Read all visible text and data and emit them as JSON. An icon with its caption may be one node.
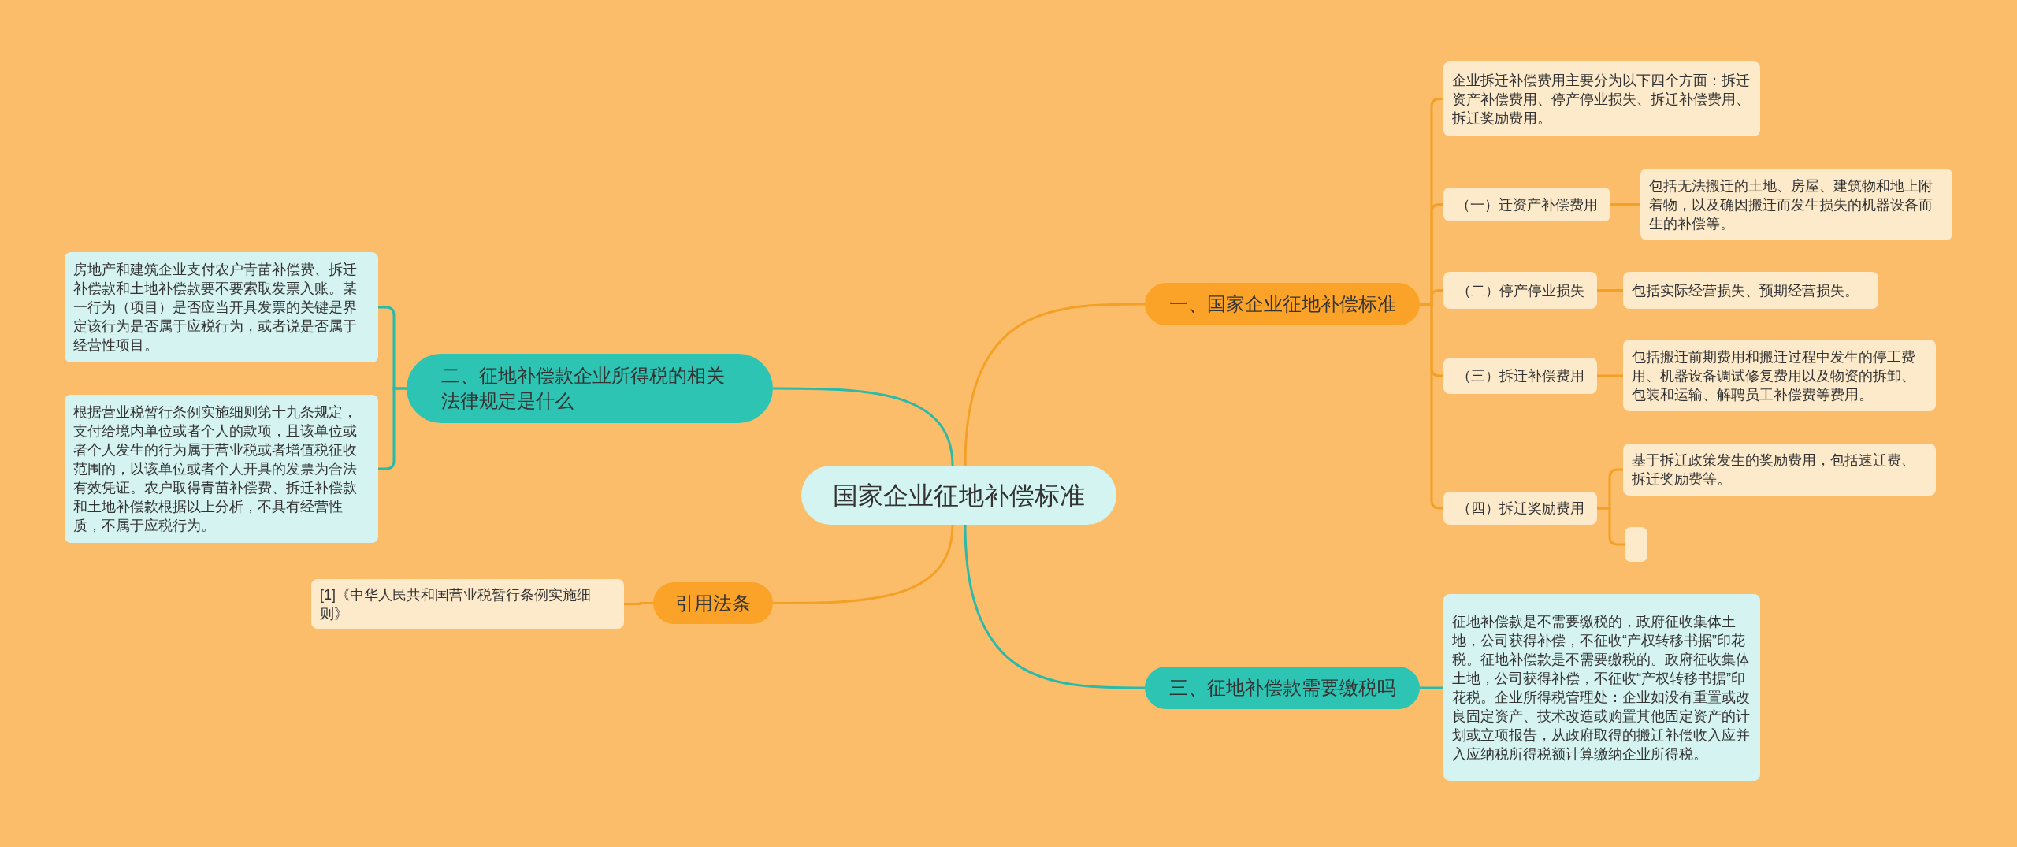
{
  "diagram": {
    "nodes": [
      {
        "text": [
          "国家企业征地补偿标准"
        ]
      },
      {
        "text": [
          "一、国家企业征地补偿标准"
        ]
      },
      {
        "text": [
          "企业拆迁补偿费用主要分为以下四个方面：拆迁资产补偿费用、停产停业损失、拆迁补偿费用、拆迁奖励费用。"
        ]
      },
      {
        "text": [
          "（一）迁资产补偿费用"
        ]
      },
      {
        "text": [
          "包括无法搬迁的土地、房屋、建筑物和地上附着物，以及确因搬迁而发生损失的机器设备而生的补偿等。"
        ]
      },
      {
        "text": [
          "（二）停产停业损失"
        ]
      },
      {
        "text": [
          "包括实际经营损失、预期经营损失。"
        ]
      },
      {
        "text": [
          "（三）拆迁补偿费用"
        ]
      },
      {
        "text": [
          "包括搬迁前期费用和搬迁过程中发生的停工费用、机器设备调试修复费用以及物资的拆卸、包装和运输、解聘员工补偿费等费用。"
        ]
      },
      {
        "text": [
          "（四）拆迁奖励费用"
        ]
      },
      {
        "text": [
          "基于拆迁政策发生的奖励费用，包括速迁费、拆迁奖励费等。"
        ]
      },
      {
        "text": [],
        "shape": "box"
      },
      {
        "text": [
          "三、征地补偿款需要缴税吗"
        ]
      },
      {
        "text": [
          "征地补偿款是不需要缴税的，政府征收集体土地，公司获得补偿，不征收“产权转移书据”印花税。征地补偿款是不需要缴税的。政府征收集体土地，公司获得补偿，不征收“产权转移书据”印花税。企业所得税管理处：企业如没有重置或改良固定资产、技术改造或购置其他固定资产的计划或立项报告，从政府取得的搬迁补偿收入应并入应纳税所得税额计算缴纳企业所得税。"
        ]
      },
      {
        "text": [
          "二、征地补偿款企业所得税的相关法律规定是什么"
        ]
      },
      {
        "text": [
          "房地产和建筑企业支付农户青苗补偿费、拆迁补偿款和土地补偿款要不要索取发票入账。某一行为（项目）是否应当开具发票的关键是界定该行为是否属于应税行为，或者说是否属于经营性项目。"
        ]
      },
      {
        "text": [
          "根据营业税暂行条例实施细则第十九条规定，支付给境内单位或者个人的款项，且该单位或者个人发生的行为属于营业税或者增值税征收范围的，以该单位或者个人开具的发票为合法有效凭证。农户取得青苗补偿费、拆迁补偿款和土地补偿款根据以上分析，不具有经营性质，不属于应税行为。"
        ]
      },
      {
        "text": [
          "引用法条"
        ]
      },
      {
        "text": [
          "[1]《中华人民共和国营业税暂行条例实施细则》"
        ]
      }
    ],
    "edges": [
      {
        "from": 0,
        "to": 1,
        "arrow": "none"
      },
      {
        "from": 1,
        "to": 2,
        "arrow": "none"
      },
      {
        "from": 1,
        "to": 3,
        "arrow": "none"
      },
      {
        "from": 3,
        "to": 4,
        "arrow": "none"
      },
      {
        "from": 1,
        "to": 5,
        "arrow": "none"
      },
      {
        "from": 5,
        "to": 6,
        "arrow": "none"
      },
      {
        "from": 1,
        "to": 7,
        "arrow": "none"
      },
      {
        "from": 7,
        "to": 8,
        "arrow": "none"
      },
      {
        "from": 1,
        "to": 9,
        "arrow": "none"
      },
      {
        "from": 9,
        "to": 10,
        "arrow": "none"
      },
      {
        "from": 9,
        "to": 11,
        "arrow": "none"
      },
      {
        "from": 0,
        "to": 12,
        "arrow": "none",
        "color": "#2bbaa9"
      },
      {
        "from": 12,
        "to": 13,
        "arrow": "none",
        "color": "#2bbaa9"
      },
      {
        "from": 0,
        "to": 14,
        "arrow": "none",
        "color": "#2bbaa9"
      },
      {
        "from": 14,
        "to": 15,
        "arrow": "none",
        "color": "#2bbaa9"
      },
      {
        "from": 14,
        "to": 16,
        "arrow": "none",
        "color": "#2bbaa9"
      },
      {
        "from": 0,
        "to": 17,
        "arrow": "none"
      },
      {
        "from": 17,
        "to": 18,
        "arrow": "none"
      }
    ]
  }
}
